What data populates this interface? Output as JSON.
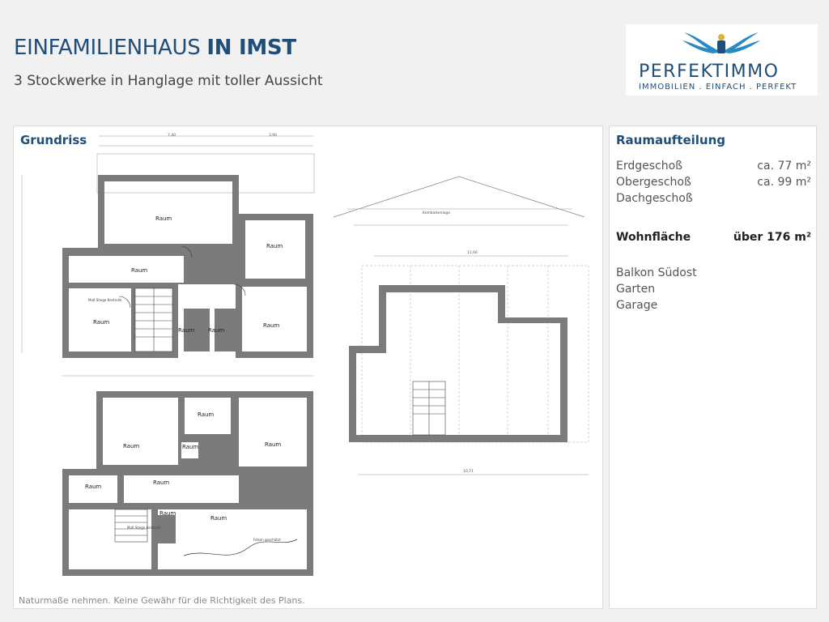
{
  "header": {
    "title_regular": "EINFAMILIENHAUS",
    "title_bold": "IN IMST",
    "subtitle": "3 Stockwerke in Hanglage mit toller Aussicht"
  },
  "logo": {
    "name": "PERFEKTIMMO",
    "tagline": "IMMOBILIEN . EINFACH . PERFEKT",
    "color": "#1f4e79"
  },
  "plan_panel": {
    "heading": "Grundriss",
    "disclaimer": "Naturmaße nehmen. Keine Gewähr für die Richtigkeit des Plans.",
    "room_word": "Raum",
    "labels": {
      "stairs_note": "Maß Stiege Kontrolle",
      "roof_note": "Kehlbalkenlage",
      "rock_note": "Felsen geschätzt"
    },
    "dimensions": {
      "top_span": "7,40",
      "top_right": "3,90",
      "roof_width": "11,66",
      "roof_bottom": "10,71"
    }
  },
  "info_panel": {
    "heading": "Raumaufteilung",
    "floors": [
      {
        "label": "Erdgeschoß",
        "value": "ca. 77 m²"
      },
      {
        "label": "Obergeschoß",
        "value": "ca. 99 m²"
      },
      {
        "label": "Dachgeschoß",
        "value": ""
      }
    ],
    "living_area": {
      "label": "Wohnfläche",
      "value": "über 176 m²"
    },
    "features": [
      "Balkon Südost",
      "Garten",
      "Garage"
    ]
  }
}
